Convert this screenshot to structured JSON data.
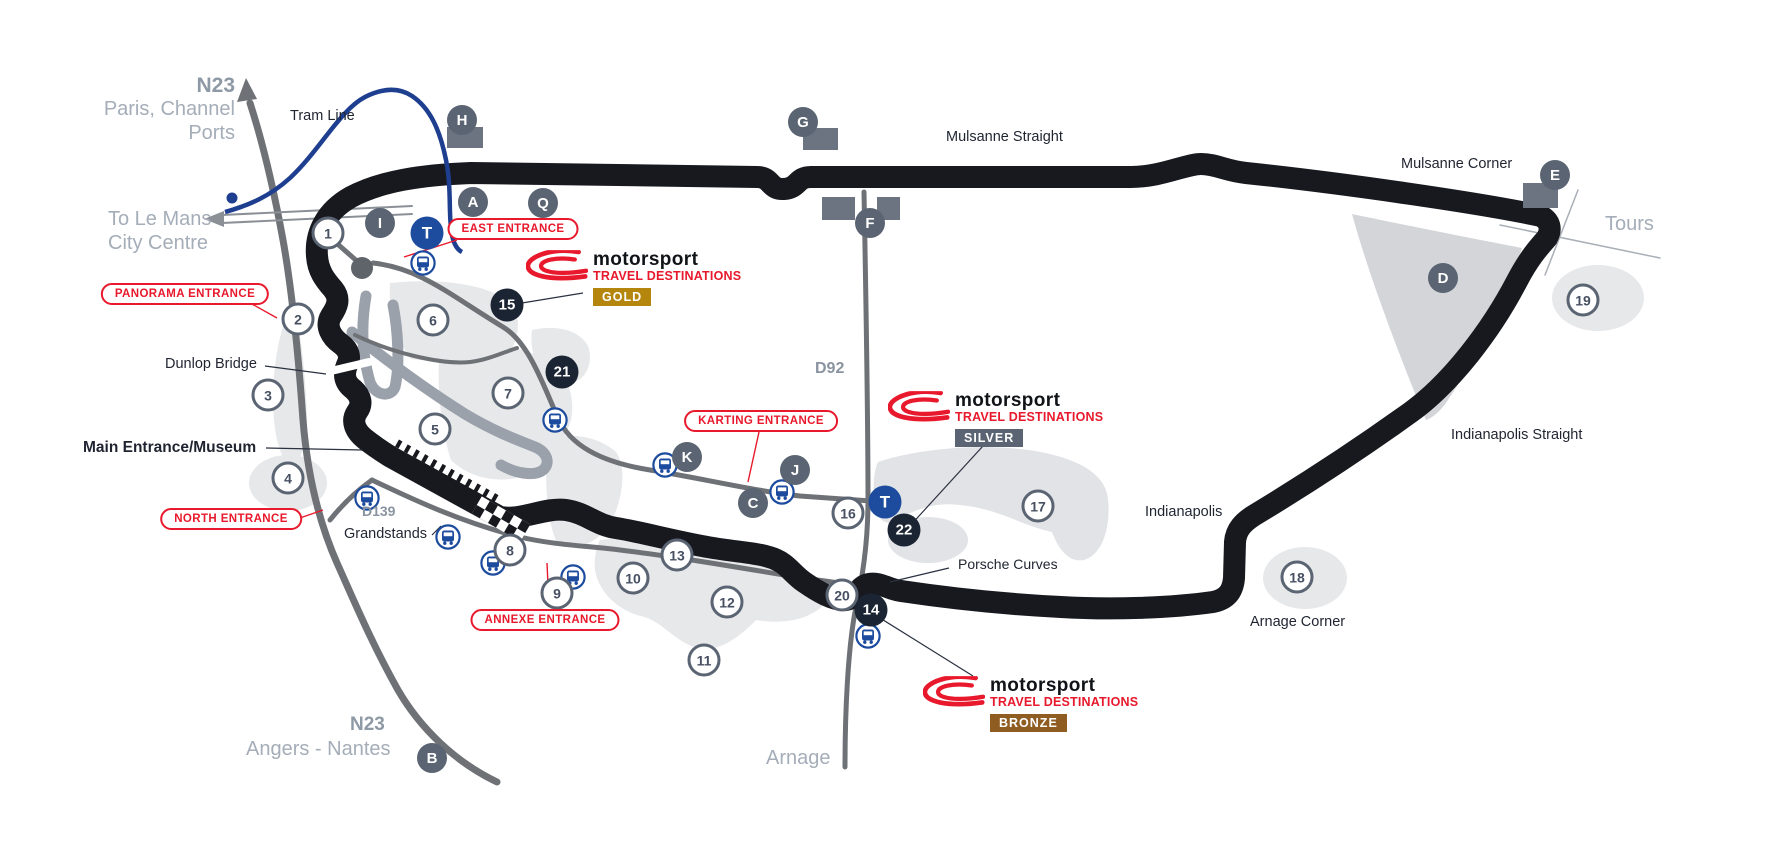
{
  "labels": {
    "n23_top": "N23",
    "n23_top_dest_1": "Paris, Channel",
    "n23_top_dest_2": "Ports",
    "tram_line": "Tram Line",
    "to_city_1": "To Le Mans",
    "to_city_2": "City Centre",
    "dunlop_bridge": "Dunlop Bridge",
    "main_entrance": "Main Entrance/Museum",
    "d139": "D139",
    "grandstands": "Grandstands",
    "n23_bottom": "N23",
    "n23_bottom_dest": "Angers - Nantes",
    "arnage_town": "Arnage",
    "d92": "D92",
    "mulsanne_straight": "Mulsanne Straight",
    "mulsanne_corner": "Mulsanne Corner",
    "tours": "Tours",
    "indianapolis_straight": "Indianapolis Straight",
    "indianapolis": "Indianapolis",
    "arnage_corner": "Arnage Corner",
    "porsche_curves": "Porsche Curves"
  },
  "entrances": {
    "panorama": "PANORAMA ENTRANCE",
    "east": "EAST ENTRANCE",
    "north": "NORTH ENTRANCE",
    "annexe": "ANNEXE ENTRANCE",
    "karting": "KARTING ENTRANCE"
  },
  "logo": {
    "brand": "motorsport",
    "tagline": "TRAVEL DESTINATIONS"
  },
  "tiers": {
    "gold": "GOLD",
    "silver": "SILVER",
    "bronze": "BRONZE"
  },
  "markers": {
    "n1": "1",
    "n2": "2",
    "n3": "3",
    "n4": "4",
    "n5": "5",
    "n6": "6",
    "n7": "7",
    "n8": "8",
    "n9": "9",
    "n10": "10",
    "n11": "11",
    "n12": "12",
    "n13": "13",
    "n14": "14",
    "n15": "15",
    "n16": "16",
    "n17": "17",
    "n18": "18",
    "n19": "19",
    "n20": "20",
    "n21": "21",
    "n22": "22",
    "A": "A",
    "B": "B",
    "C": "C",
    "D": "D",
    "E": "E",
    "F": "F",
    "G": "G",
    "H": "H",
    "I": "I",
    "J": "J",
    "K": "K",
    "Q": "Q",
    "T": "T"
  },
  "colors": {
    "accent_red": "#e8192c",
    "track_black": "#17191f",
    "tram_blue": "#1e3e8f",
    "transit_blue": "#1d4c9f",
    "slate": "#5b6472",
    "dark_navy": "#1b2433",
    "gold": "#b5860d",
    "silver": "#5b6472",
    "bronze": "#8f5c22"
  }
}
